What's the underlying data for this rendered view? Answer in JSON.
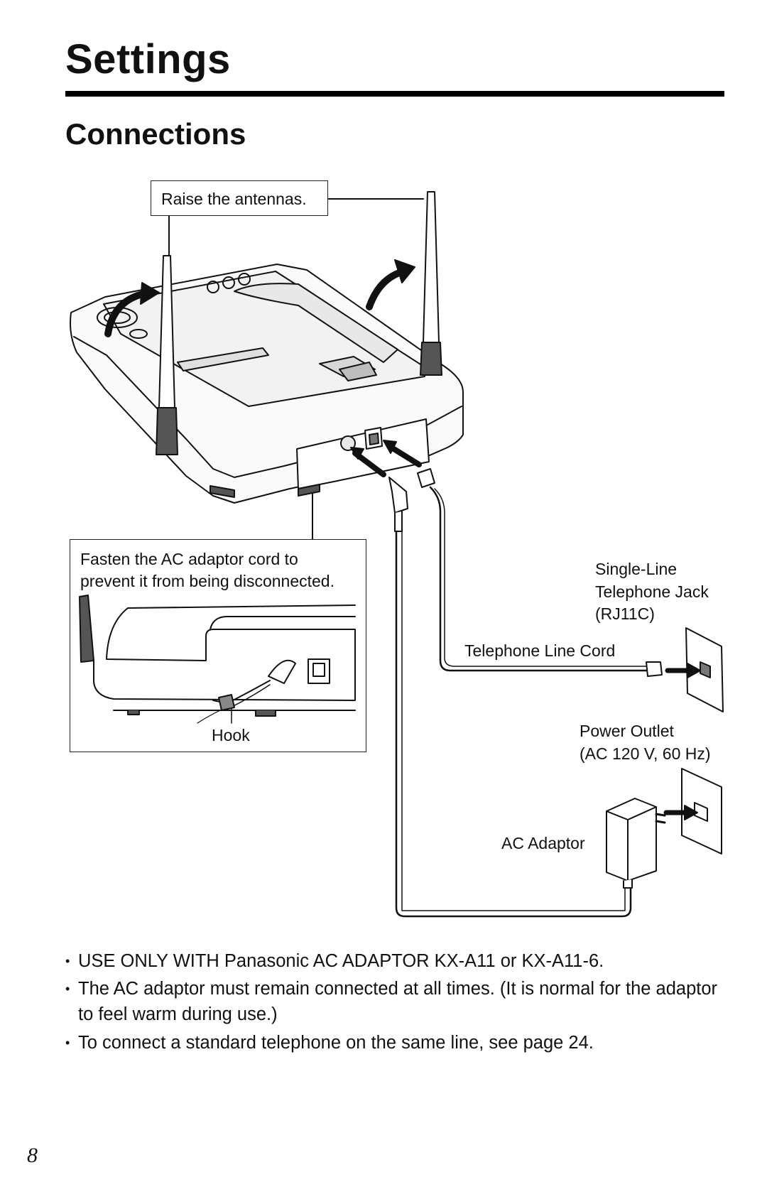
{
  "page": {
    "title": "Settings",
    "section_heading": "Connections",
    "page_number": "8"
  },
  "diagram": {
    "callout_antennas": "Raise the antennas.",
    "callout_fasten_line1": "Fasten the AC adaptor cord to",
    "callout_fasten_line2": "prevent it from being disconnected.",
    "hook_label": "Hook",
    "jack_label_line1": "Single-Line",
    "jack_label_line2": "Telephone Jack",
    "jack_label_line3": "(RJ11C)",
    "line_cord_label": "Telephone Line Cord",
    "outlet_label_line1": "Power Outlet",
    "outlet_label_line2": "(AC 120 V, 60 Hz)",
    "adaptor_label": "AC Adaptor"
  },
  "notes": [
    "USE ONLY WITH Panasonic AC ADAPTOR KX-A11 or KX-A11-6.",
    "The AC adaptor must remain connected at all times. (It is normal for the adaptor to feel warm during use.)",
    "To connect a standard telephone on the same line, see page 24."
  ]
}
